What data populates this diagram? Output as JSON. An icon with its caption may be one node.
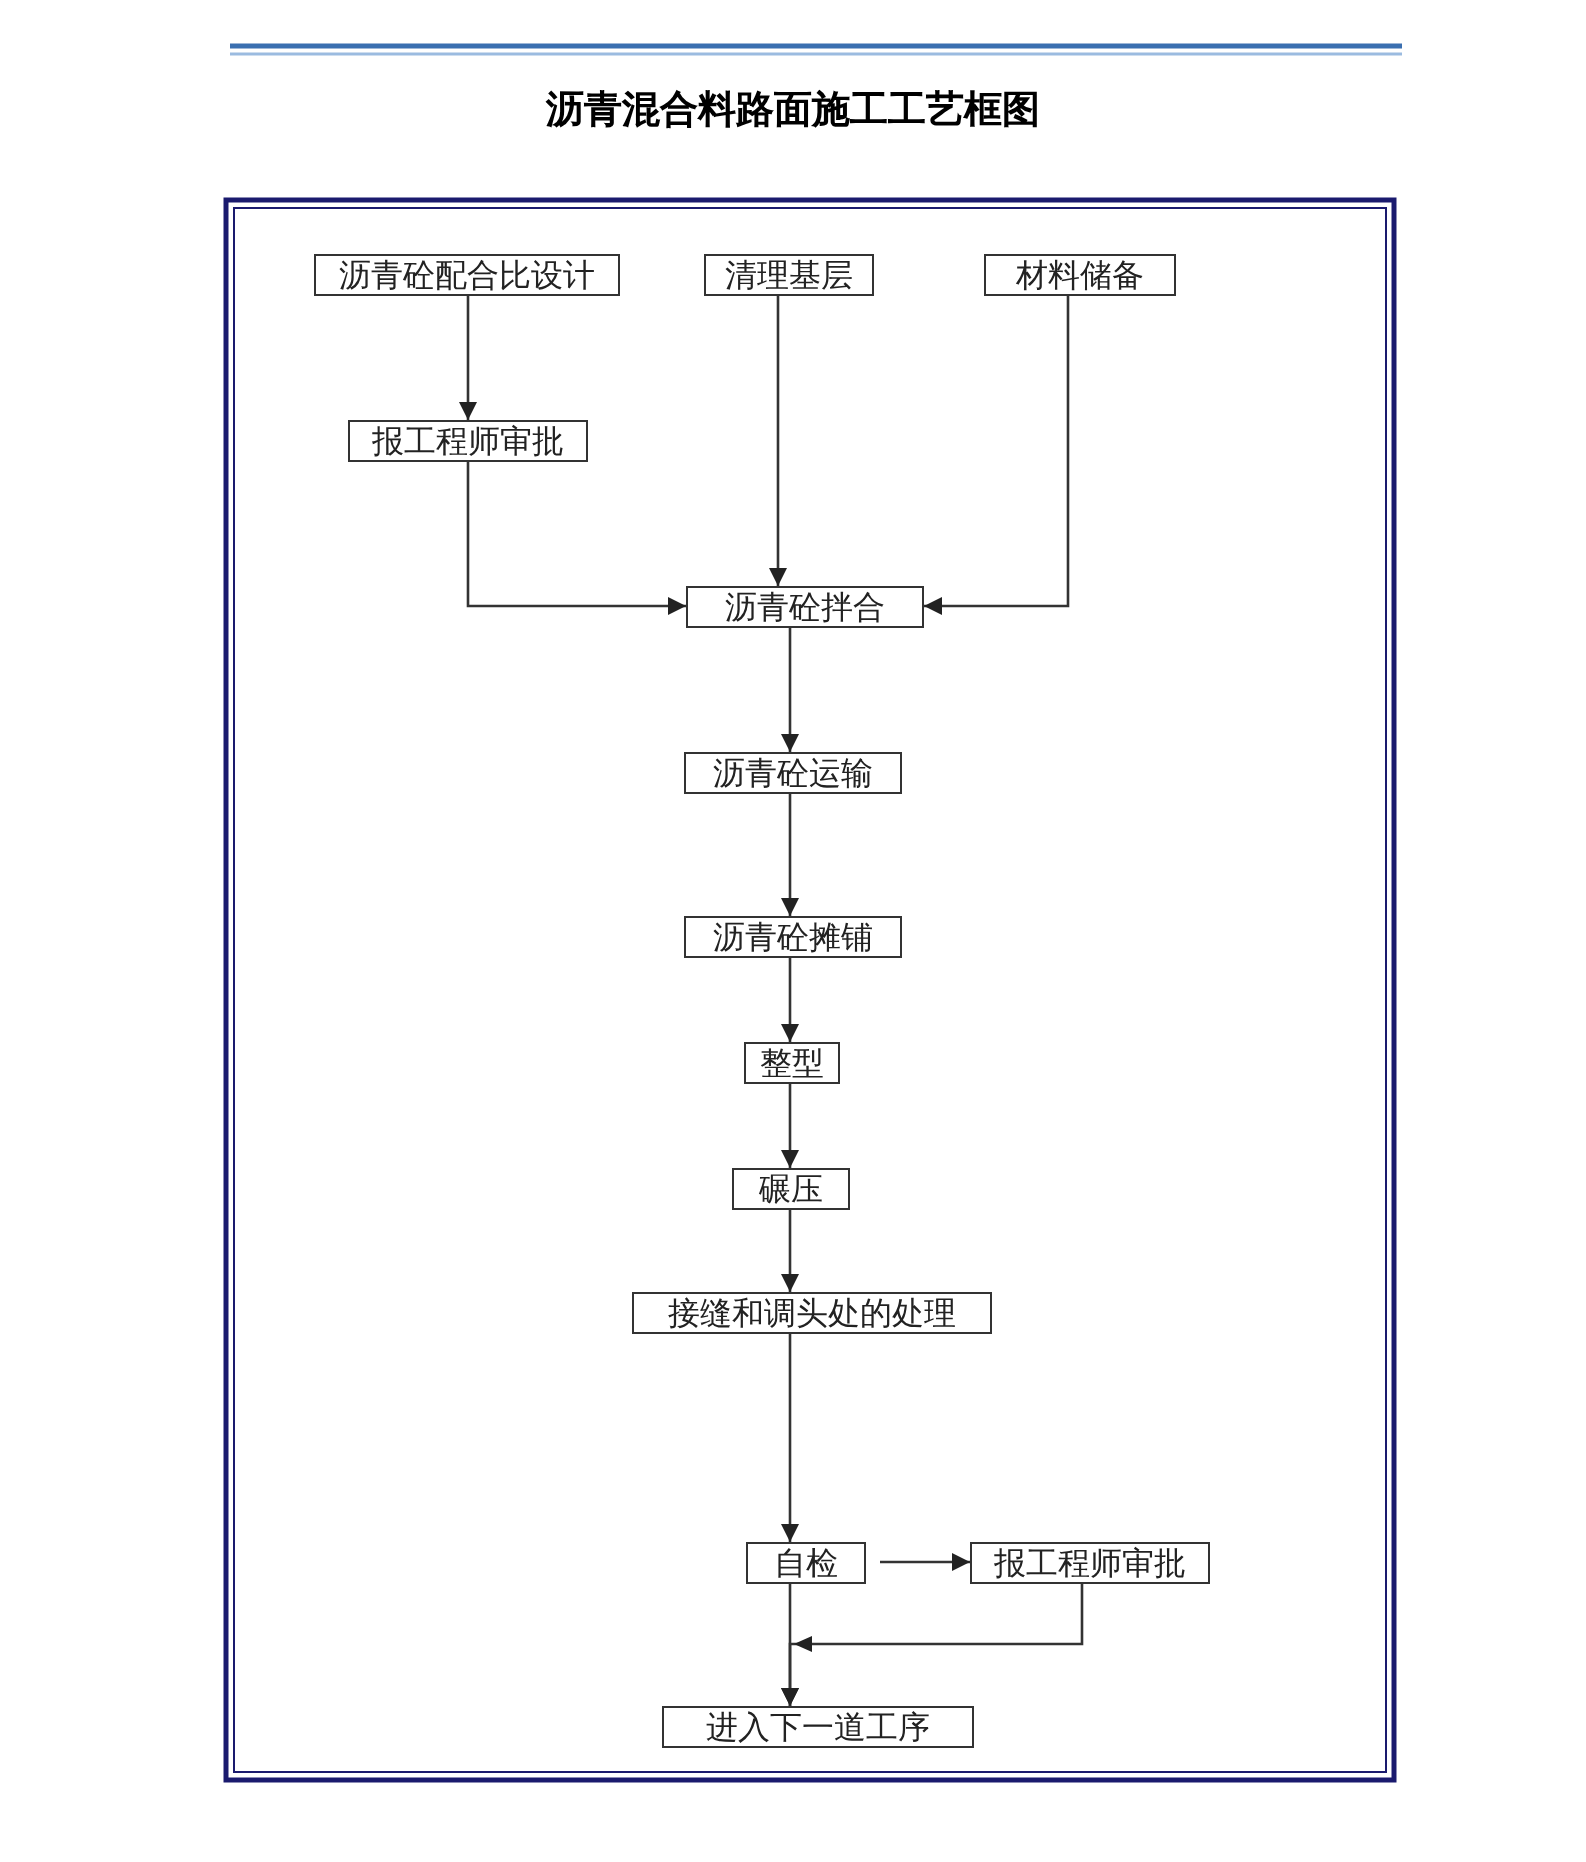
{
  "diagram": {
    "title": "沥青混合料路面施工工艺框图",
    "nodes": [
      {
        "text": [
          "沥青砼配合比设计"
        ]
      },
      {
        "text": [
          "报工程师审批"
        ]
      },
      {
        "text": [
          "清理基层"
        ]
      },
      {
        "text": [
          "材料储备"
        ]
      },
      {
        "text": [
          "沥青砼拌合"
        ]
      },
      {
        "text": [
          "沥青砼运输"
        ]
      },
      {
        "text": [
          "沥青砼摊铺"
        ]
      },
      {
        "text": [
          "整型"
        ]
      },
      {
        "text": [
          "碾压"
        ]
      },
      {
        "text": [
          "接缝和调头处的处理"
        ]
      },
      {
        "text": [
          "自检"
        ]
      },
      {
        "text": [
          "报工程师审批"
        ]
      },
      {
        "text": [
          "进入下一道工序"
        ]
      }
    ],
    "edges": [
      {
        "from": 0,
        "to": 1,
        "arrow": "to"
      },
      {
        "from": 1,
        "to": 4,
        "arrow": "to"
      },
      {
        "from": 2,
        "to": 4,
        "arrow": "to"
      },
      {
        "from": 3,
        "to": 4,
        "arrow": "to"
      },
      {
        "from": 4,
        "to": 5,
        "arrow": "to"
      },
      {
        "from": 5,
        "to": 6,
        "arrow": "to"
      },
      {
        "from": 6,
        "to": 7,
        "arrow": "to"
      },
      {
        "from": 7,
        "to": 8,
        "arrow": "to"
      },
      {
        "from": 8,
        "to": 9,
        "arrow": "to"
      },
      {
        "from": 9,
        "to": 10,
        "arrow": "to"
      },
      {
        "from": 10,
        "to": 11,
        "arrow": "to"
      },
      {
        "from": 10,
        "to": 12,
        "arrow": "to"
      },
      {
        "from": 11,
        "to": 12,
        "arrow": "to"
      }
    ]
  }
}
